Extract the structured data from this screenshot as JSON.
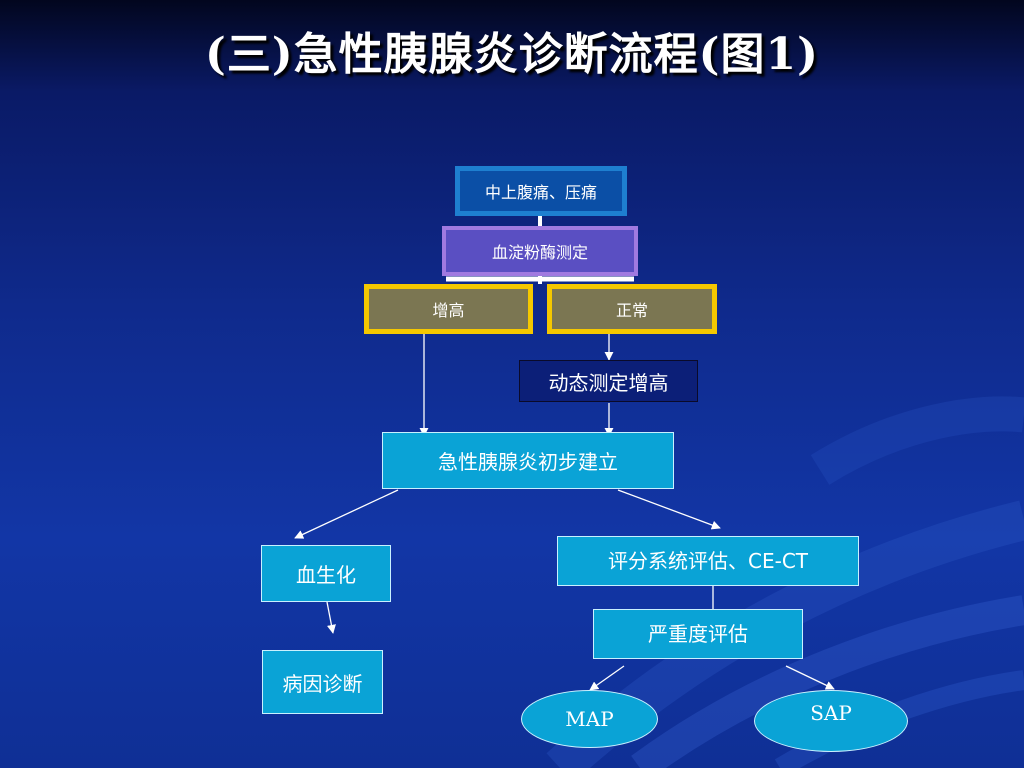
{
  "title": "(三)急性胰腺炎诊断流程(图1)",
  "nodes": {
    "symptom": "中上腹痛、压痛",
    "amylase": "血淀粉酶测定",
    "elevated": "增高",
    "normal": "正常",
    "dynamic": "动态测定增高",
    "preliminary": "急性胰腺炎初步建立",
    "biochem": "血生化",
    "etiology": "病因诊断",
    "scoring": "评分系统评估、CE-CT",
    "severity": "严重度评估",
    "map": "MAP",
    "sap": "SAP"
  },
  "colors": {
    "symptom_border": "#1e7fd0",
    "symptom_fill": "#0b4fa6",
    "amylase_border": "#a07ae0",
    "amylase_fill": "#5a4fc2",
    "yellow_border": "#f5c800",
    "olive_fill": "#7b7652",
    "cyan_fill": "#0aa3d6",
    "dark_fill": "#0c1f78"
  }
}
